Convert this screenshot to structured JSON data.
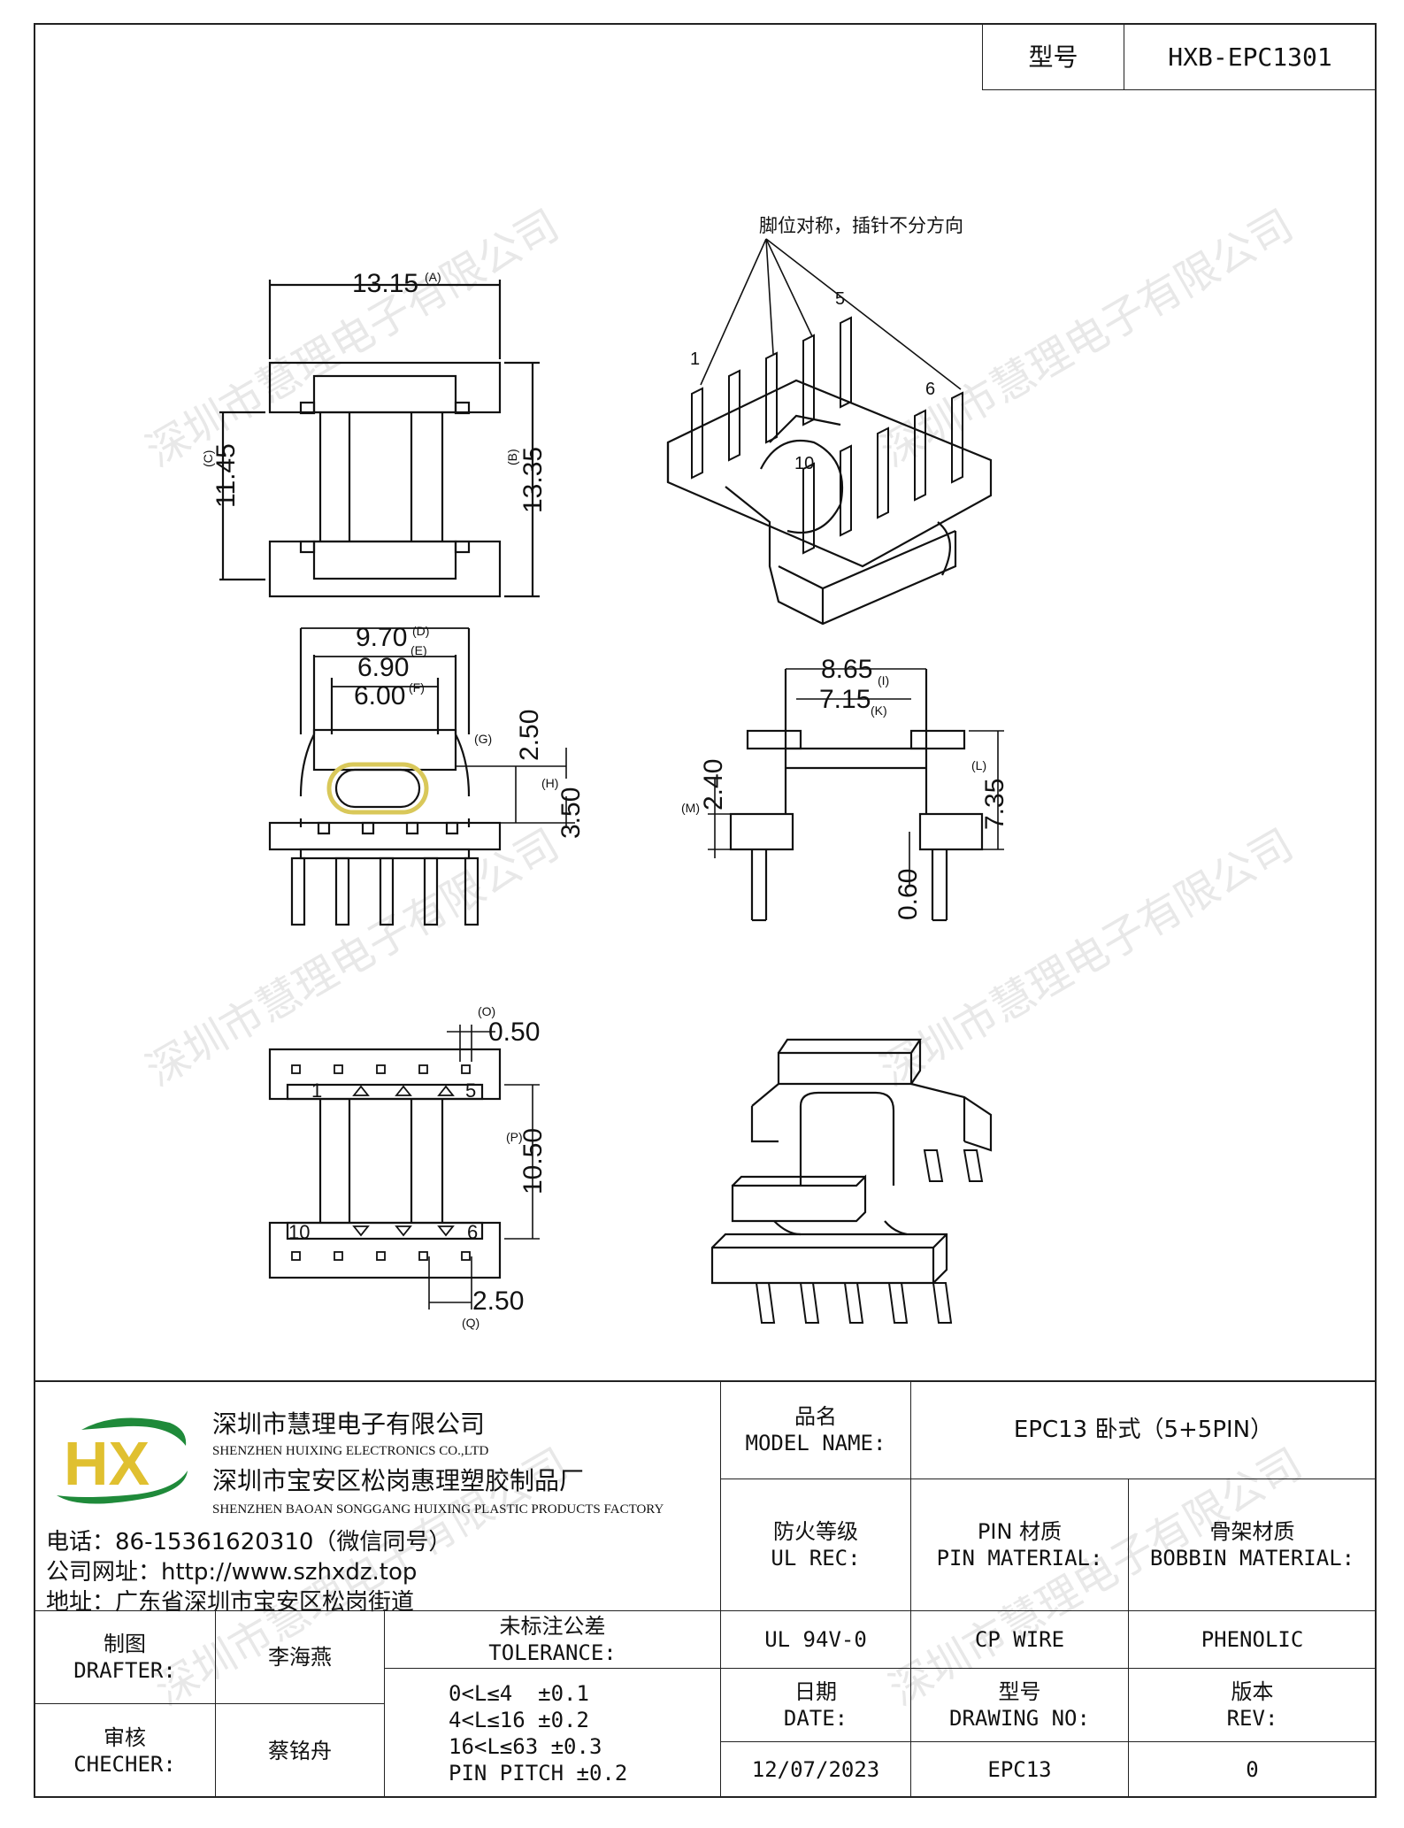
{
  "header": {
    "model_label": "型号",
    "model_value": "HXB-EPC1301"
  },
  "watermark": "深圳市慧理电子有限公司",
  "drawing": {
    "pin_note": "脚位对称，插针不分方向",
    "pin_labels": [
      "1",
      "5",
      "6",
      "10"
    ],
    "top_view": {
      "width": "13.15",
      "width_ref": "(A)",
      "h1": "11.45",
      "h1_ref": "(C)",
      "h2": "13.35",
      "h2_ref": "(B)"
    },
    "front_view": {
      "d": "9.70",
      "d_ref": "(D)",
      "e": "6.90",
      "e_ref": "(E)",
      "f": "6.00",
      "f_ref": "(F)",
      "g_ref": "(G)",
      "g": "2.50",
      "h_ref": "(H)",
      "h": "3.50"
    },
    "side_view": {
      "i": "8.65",
      "i_ref": "(I)",
      "k": "7.15",
      "k_ref": "(K)",
      "m": "2.40",
      "m_ref": "(M)",
      "l": "7.35",
      "l_ref": "(L)",
      "pin_d": "0.60"
    },
    "bottom_view": {
      "o": "0.50",
      "o_ref": "(O)",
      "p": "10.50",
      "p_ref": "(P)",
      "q": "2.50",
      "q_ref": "(Q)",
      "pin1": "1",
      "pin5": "5",
      "pin10": "10",
      "pin6": "6"
    }
  },
  "company": {
    "logo": "HX",
    "name_cn_1": "深圳市慧理电子有限公司",
    "name_en_1": "SHENZHEN HUIXING ELECTRONICS CO.,LTD",
    "name_cn_2": "深圳市宝安区松岗惠理塑胶制品厂",
    "name_en_2": "SHENZHEN BAOAN SONGGANG HUIXING PLASTIC PRODUCTS FACTORY",
    "phone": "电话：86-15361620310（微信同号）",
    "website": "公司网址：http://www.szhxdz.top",
    "address": "地址：广东省深圳市宝安区松岗街道"
  },
  "title_block": {
    "model_name_cn": "品名",
    "model_name_en": "MODEL NAME:",
    "model_name_value": "EPC13 卧式（5+5PIN）",
    "ul_cn": "防火等级",
    "ul_en": "UL REC:",
    "pin_mat_cn": "PIN 材质",
    "pin_mat_en": "PIN MATERIAL:",
    "bobbin_cn": "骨架材质",
    "bobbin_en": "BOBBIN MATERIAL:",
    "ul_value": "UL 94V-0",
    "pin_value": "CP WIRE",
    "bobbin_value": "PHENOLIC",
    "date_cn": "日期",
    "date_en": "DATE:",
    "drawing_no_cn": "型号",
    "drawing_no_en": "DRAWING NO:",
    "rev_cn": "版本",
    "rev_en": "REV:",
    "date_value": "12/07/2023",
    "drawing_no_value": "EPC13",
    "rev_value": "0",
    "drafter_cn": "制图",
    "drafter_en": "DRAFTER:",
    "drafter_name": "李海燕",
    "checker_cn": "审核",
    "checker_en": "CHECHER:",
    "checker_name": "蔡铭舟",
    "tol_cn": "未标注公差",
    "tol_en": "TOLERANCE:",
    "tol_lines": [
      "0<L≤4  ±0.1",
      "4<L≤16 ±0.2",
      "16<L≤63 ±0.3",
      "PIN PITCH ±0.2"
    ]
  }
}
